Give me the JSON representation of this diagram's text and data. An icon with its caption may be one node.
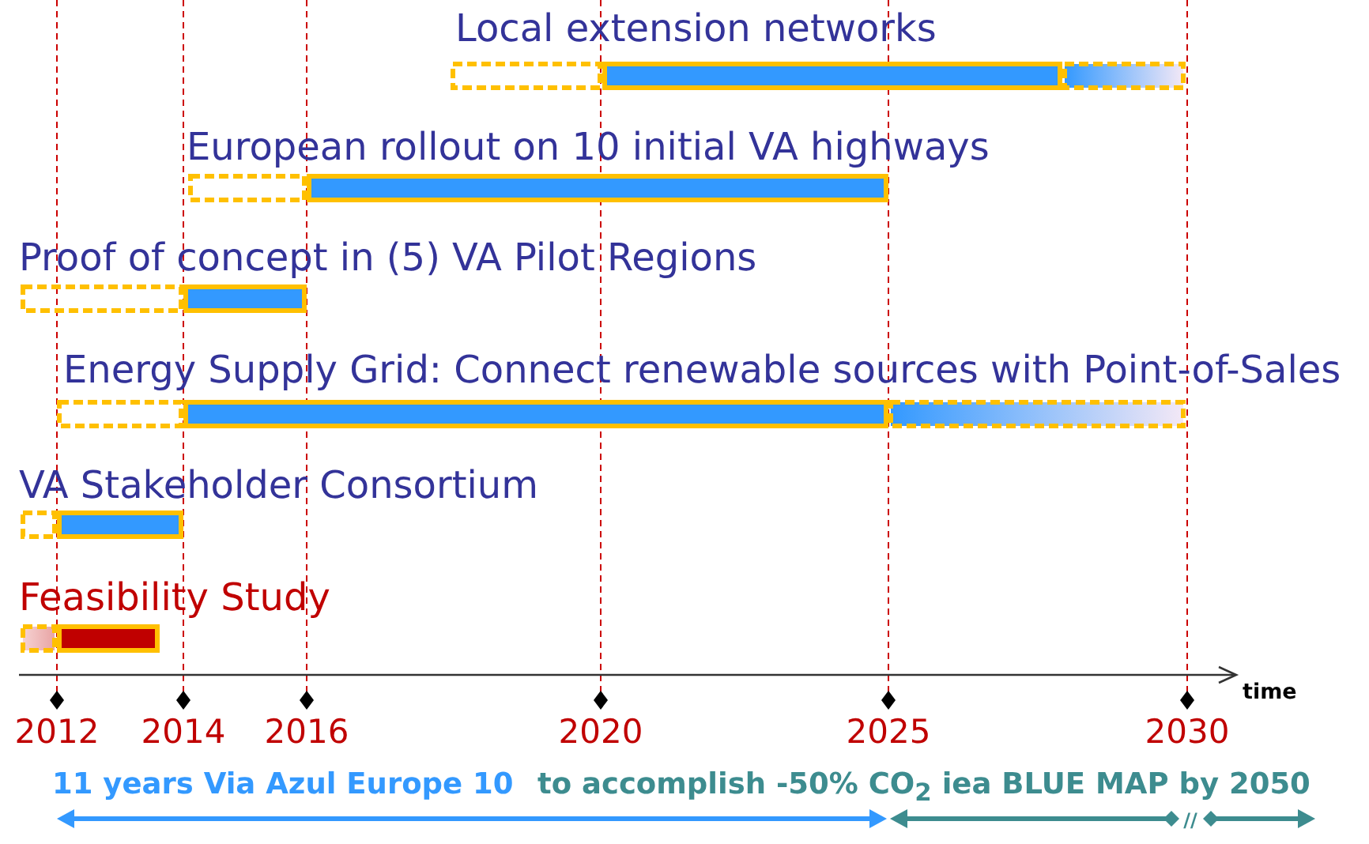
{
  "diagram": {
    "nodes": [
      {
        "text": [
          "Local extension networks"
        ]
      },
      {
        "text": [
          "European rollout on 10 initial VA highways"
        ]
      },
      {
        "text": [
          "Proof of concept in (5) VA Pilot Regions"
        ]
      },
      {
        "text": [
          "Energy Supply Grid: Connect renewable sources with Point-of-Sales"
        ]
      },
      {
        "text": [
          "VA Stakeholder Consortium"
        ]
      },
      {
        "text": [
          "Feasibility Study"
        ]
      }
    ],
    "labels": [
      "time",
      "2012",
      "2014",
      "2016",
      "2020",
      "2025",
      "2030",
      "11 years Via Azul Europe 10",
      "to accomplish -50% CO$_{2}$ iea BLUE MAP by 2050",
      "//"
    ]
  }
}
